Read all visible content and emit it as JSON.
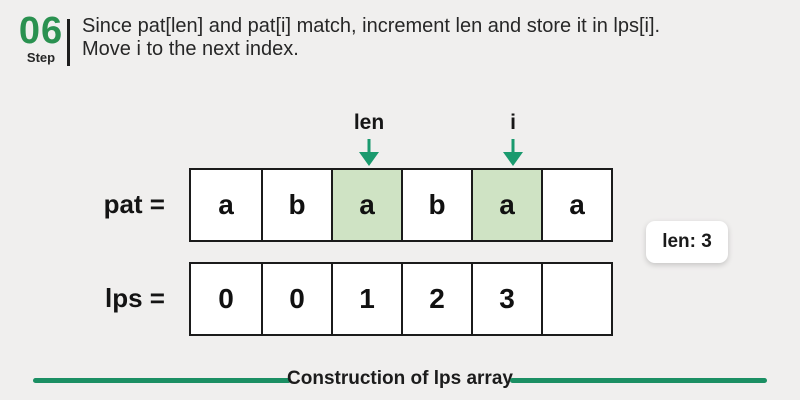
{
  "colors": {
    "background": "#f0efee",
    "accent_green": "#2a9150",
    "arrow_green": "#1a9a6e",
    "line_green": "#1b8f63",
    "cell_highlight": "#cfe3c4",
    "cell_border": "#1b1b1b",
    "text_dark": "#1f1f1f"
  },
  "header": {
    "step_number": "06",
    "step_label": "Step",
    "description_line1": "Since pat[len] and pat[i] match, increment len and store it in lps[i].",
    "description_line2": "Move i to the next index."
  },
  "pointers": [
    {
      "label": "len",
      "index": 2
    },
    {
      "label": "i",
      "index": 4
    }
  ],
  "pat_row": {
    "label": "pat =",
    "cells": [
      "a",
      "b",
      "a",
      "b",
      "a",
      "a"
    ],
    "highlighted_indices": [
      2,
      4
    ]
  },
  "lps_row": {
    "label": "lps =",
    "cells": [
      "0",
      "0",
      "1",
      "2",
      "3",
      ""
    ]
  },
  "badge": {
    "text": "len: 3"
  },
  "footer": {
    "caption": "Construction of lps array"
  }
}
